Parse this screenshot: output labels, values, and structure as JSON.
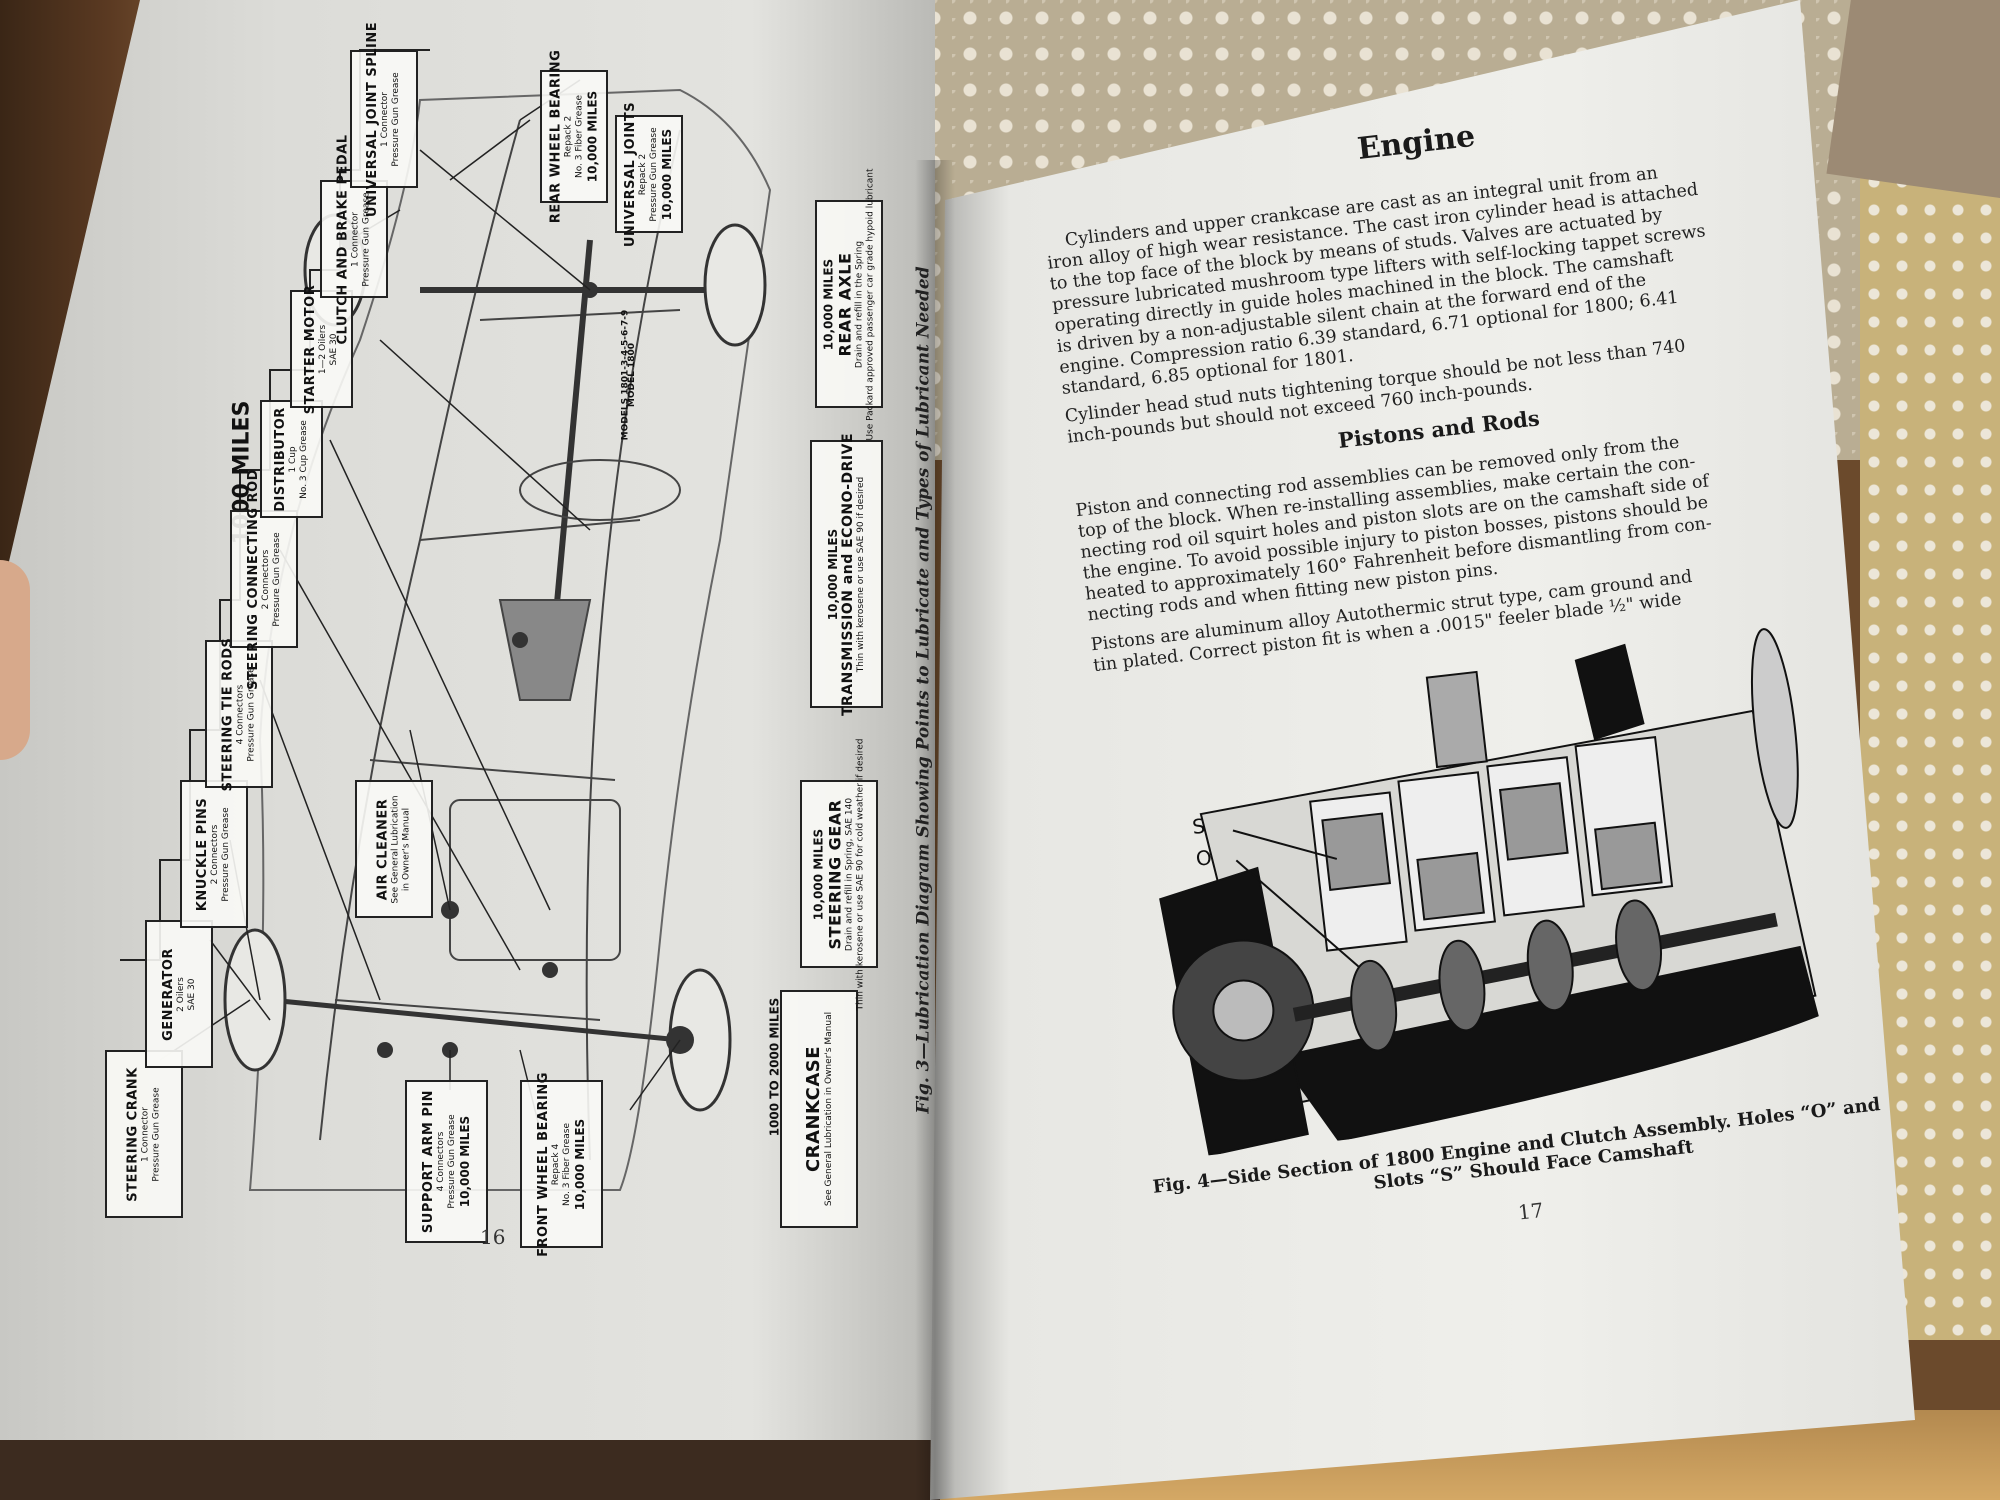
{
  "left_page": {
    "caption": "Fig. 3—Lubrication Diagram Showing Points to Lubricate and Types of Lubricant Needed",
    "page_number": "16",
    "group_1000": "1000 MILES",
    "group_1000_2000": "1000 TO 2000 MILES",
    "model_labels": [
      "MODELS 1801-3-4-5-6-7-9",
      "MODEL 1800"
    ],
    "boxes": [
      {
        "title": "STEERING CRANK",
        "sub": [
          "1 Connector",
          "Pressure Gun Grease"
        ],
        "miles": ""
      },
      {
        "title": "GENERATOR",
        "sub": [
          "2 Oilers",
          "SAE 30"
        ],
        "miles": ""
      },
      {
        "title": "KNUCKLE PINS",
        "sub": [
          "2 Connectors",
          "Pressure Gun Grease"
        ],
        "miles": ""
      },
      {
        "title": "STEERING TIE RODS",
        "sub": [
          "4 Connectors",
          "Pressure Gun Grease"
        ],
        "miles": ""
      },
      {
        "title": "STEERING CONNECTING ROD",
        "sub": [
          "2 Connectors",
          "Pressure Gun Grease"
        ],
        "miles": ""
      },
      {
        "title": "DISTRIBUTOR",
        "sub": [
          "1 Cup",
          "No. 3 Cup Grease"
        ],
        "miles": ""
      },
      {
        "title": "STARTER MOTOR",
        "sub": [
          "1—2 Oilers",
          "SAE 30"
        ],
        "miles": ""
      },
      {
        "title": "CLUTCH AND BRAKE PEDAL",
        "sub": [
          "1 Connector",
          "Pressure Gun Grease"
        ],
        "miles": ""
      },
      {
        "title": "REAR WHEEL BEARING",
        "sub": [
          "Repack 2",
          "No. 3 Fiber Grease"
        ],
        "miles": "10,000 MILES"
      },
      {
        "title": "UNIVERSAL JOINTS",
        "sub": [
          "Repack 2",
          "Pressure Gun Grease"
        ],
        "miles": "10,000 MILES"
      },
      {
        "title": "UNIVERSAL JOINT SPLINE",
        "sub": [
          "1 Connector",
          "Pressure Gun Grease"
        ],
        "miles": ""
      },
      {
        "title": "AIR CLEANER",
        "sub": [
          "See General Lubrication",
          "in Owner's Manual"
        ],
        "miles": ""
      },
      {
        "title": "SUPPORT ARM PIN",
        "sub": [
          "4 Connectors",
          "Pressure Gun Grease"
        ],
        "miles": "10,000 MILES"
      },
      {
        "title": "FRONT WHEEL BEARING",
        "sub": [
          "Repack 4",
          "No. 3 Fiber Grease"
        ],
        "miles": "10,000 MILES"
      },
      {
        "title": "CRANKCASE",
        "sub": [
          "See General Lubrication in Owner's Manual"
        ],
        "miles": ""
      },
      {
        "title": "STEERING GEAR",
        "sub": [
          "Drain and refill in Spring, SAE 140",
          "Thin with kerosene or use SAE 90 for cold weather if desired"
        ],
        "miles": "10,000 MILES"
      },
      {
        "title": "TRANSMISSION and ECONO-DRIVE",
        "sub": [
          "Thin with kerosene or use SAE 90 if desired"
        ],
        "miles": "10,000 MILES"
      },
      {
        "title": "REAR AXLE",
        "sub": [
          "Drain and refill in the Spring",
          "Use Packard approved passenger car grade hypoid lubricant"
        ],
        "miles": "10,000 MILES"
      }
    ]
  },
  "right_page": {
    "title": "Engine",
    "para1": [
      "Cylinders and upper crankcase are cast as an integral unit from an",
      "iron alloy of high wear resistance. The cast iron cylinder head is attached",
      "to the top face of the block by means of studs. Valves are actuated by",
      "pressure lubricated mushroom type lifters with self-locking tappet screws",
      "operating directly in guide holes machined in the block. The camshaft",
      "is driven by a non-adjustable silent chain at the forward end of the",
      "engine. Compression ratio 6.39 standard, 6.71 optional for 1800; 6.41",
      "standard, 6.85 optional for 1801."
    ],
    "para2": [
      "Cylinder head stud nuts tightening torque should be not less than 740",
      "inch-pounds but should not exceed 760 inch-pounds."
    ],
    "subhead": "Pistons and Rods",
    "para3": [
      "Piston and connecting rod assemblies can be removed only from the",
      "top of the block. When re-installing assemblies, make certain the con-",
      "necting rod oil squirt holes and piston slots are on the camshaft side of",
      "the engine. To avoid possible injury to piston bosses, pistons should be",
      "heated to approximately 160° Fahrenheit before dismantling from con-",
      "necting rods and when fitting new piston pins."
    ],
    "para4": [
      "Pistons are aluminum alloy Autothermic strut type, cam ground and",
      "tin plated. Correct piston fit is when a .0015\" feeler blade ½\" wide"
    ],
    "fig_letters": [
      "S",
      "O"
    ],
    "caption": [
      "Fig. 4—Side Section of 1800 Engine and Clutch Assembly. Holes “O” and",
      "Slots “S” Should Face Camshaft"
    ],
    "page_number": "17"
  }
}
